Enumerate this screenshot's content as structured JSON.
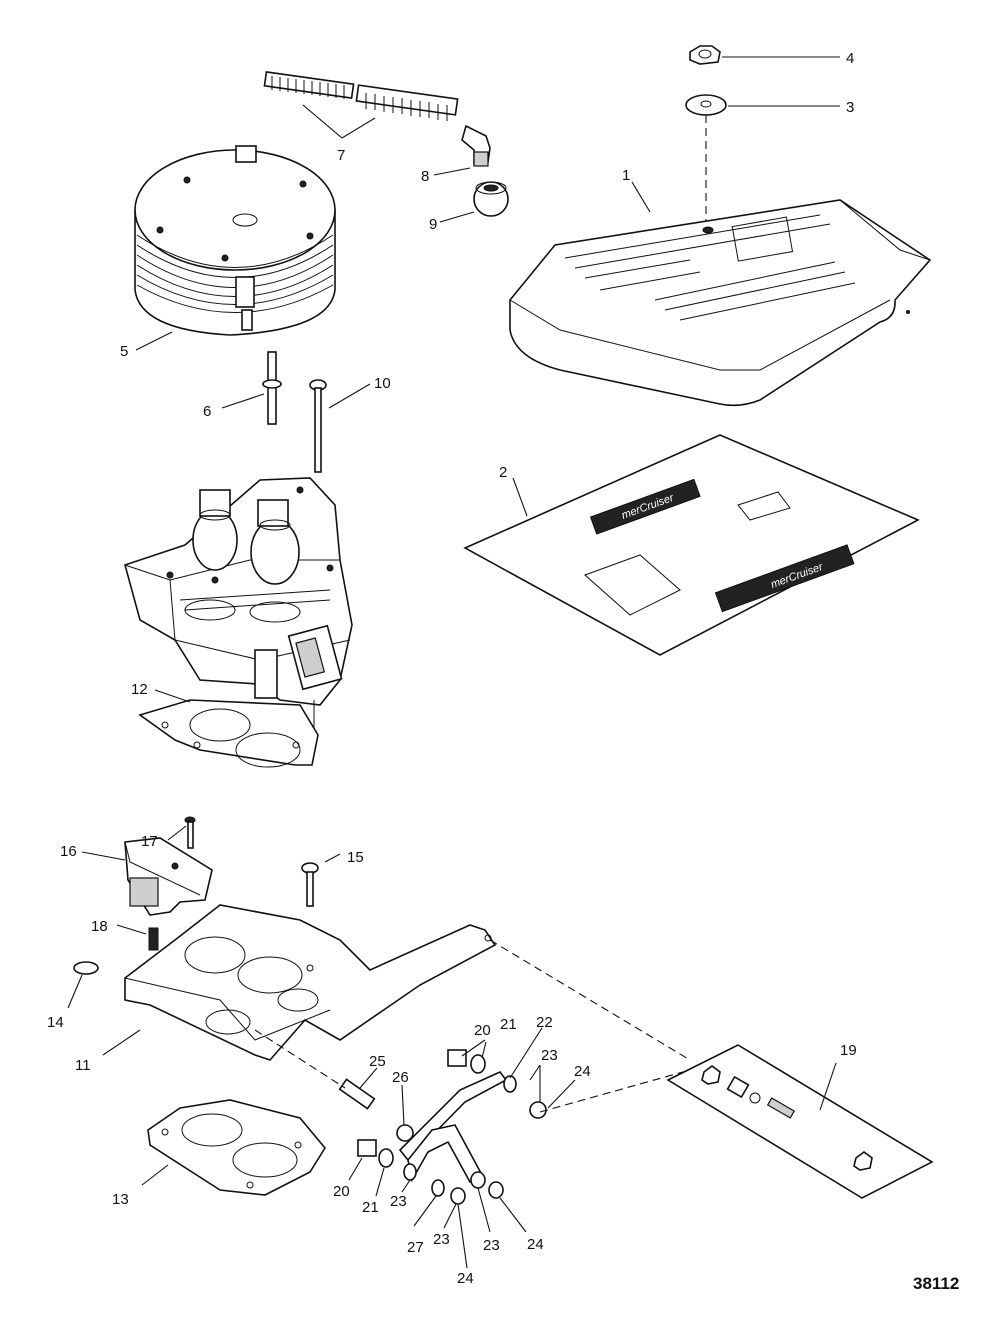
{
  "drawing_number": "38112",
  "decal_text": "merCruiser",
  "callouts": {
    "c1": "1",
    "c2": "2",
    "c3": "3",
    "c4": "4",
    "c5": "5",
    "c6": "6",
    "c7": "7",
    "c8": "8",
    "c9": "9",
    "c10": "10",
    "c11": "11",
    "c12": "12",
    "c13": "13",
    "c14": "14",
    "c15": "15",
    "c16": "16",
    "c17": "17",
    "c18": "18",
    "c19": "19",
    "c20a": "20",
    "c20b": "20",
    "c21a": "21",
    "c21b": "21",
    "c22": "22",
    "c23a": "23",
    "c23b": "23",
    "c23c": "23",
    "c23d": "23",
    "c24a": "24",
    "c24b": "24",
    "c24c": "24",
    "c25": "25",
    "c26": "26",
    "c27": "27"
  }
}
